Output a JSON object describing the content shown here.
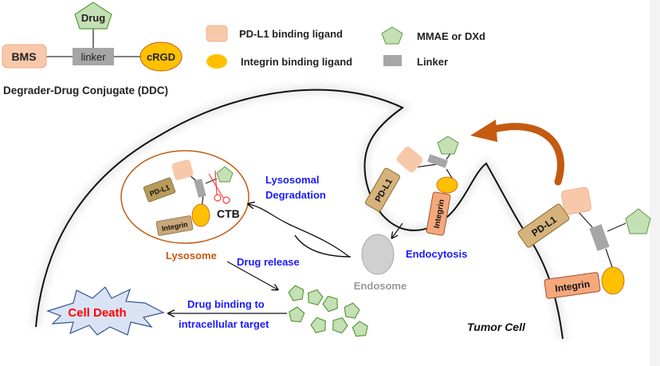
{
  "ddc": {
    "drug": "Drug",
    "bms": "BMS",
    "linker": "linker",
    "crgd": "cRGD",
    "caption": "Degrader-Drug Conjugate (DDC)"
  },
  "legend": {
    "pdl1_ligand": "PD-L1 binding ligand",
    "integrin_ligand": "Integrin binding ligand",
    "payload": "MMAE or DXd",
    "linker": "Linker"
  },
  "labels": {
    "pdl1": "PD-L1",
    "integrin": "Integrin",
    "ctb": "CTB",
    "lysosomal_degradation_1": "Lysosomal",
    "lysosomal_degradation_2": "Degradation",
    "lysosome": "Lysosome",
    "drug_release": "Drug release",
    "endocytosis": "Endocytosis",
    "endosome": "Endosome",
    "drug_binding_1": "Drug binding to",
    "drug_binding_2": "intracellular target",
    "cell_death": "Cell Death",
    "tumor_cell": "Tumor Cell"
  },
  "colors": {
    "pdl1_ligand": "#f8c8ab",
    "integrin_ligand": "#ffc000",
    "payload": "#c5e0b4",
    "payload_stroke": "#5a9a3c",
    "linker": "#a6a6a6",
    "pdl1_receptor": "#d6b27c",
    "integrin_receptor": "#f4a87c",
    "blue_text": "#1a1aff",
    "orange_text": "#c55a11",
    "red_text": "#ff0000",
    "arrow_orange": "#c55a11"
  }
}
